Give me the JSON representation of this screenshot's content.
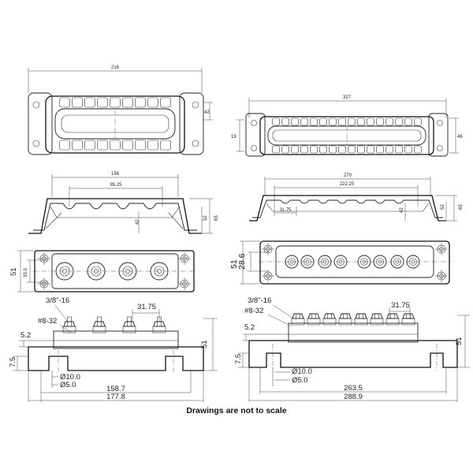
{
  "note": "Drawings are not to scale",
  "left": {
    "top_view": {
      "width": "216",
      "side": "42"
    },
    "side_view": {
      "length": "158",
      "pitch": "95.25",
      "h1": "42",
      "h2": "52",
      "h3": "65"
    },
    "front_view": {
      "h_outer": "51",
      "h_inner": "33.5"
    },
    "elev_view": {
      "stud_label": "3/8\"-16",
      "screw_label": "#8-32",
      "spacing": "31.75",
      "top_offset": "5.2",
      "base": "7.5",
      "hole1": "Ø10.0",
      "hole2": "Ø5.0",
      "len1": "158.7",
      "len2": "177.8",
      "height": "51"
    }
  },
  "right": {
    "top_view": {
      "width": "327",
      "side_l": "19",
      "side_r": "46"
    },
    "side_view": {
      "length": "270",
      "pitch": "222.25",
      "spacing": "31.75",
      "h1": "42",
      "h2": "52",
      "h3": "65"
    },
    "front_view": {
      "h_outer": "51",
      "h_inner": "28.6"
    },
    "elev_view": {
      "stud_label": "3/8\"-16",
      "screw_label": "#8-32",
      "spacing": "31.75",
      "top_offset": "5.2",
      "base": "7.5",
      "hole1": "Ø10.0",
      "hole2": "Ø5.0",
      "len1": "263.5",
      "len2": "288.9",
      "height": "51"
    }
  }
}
